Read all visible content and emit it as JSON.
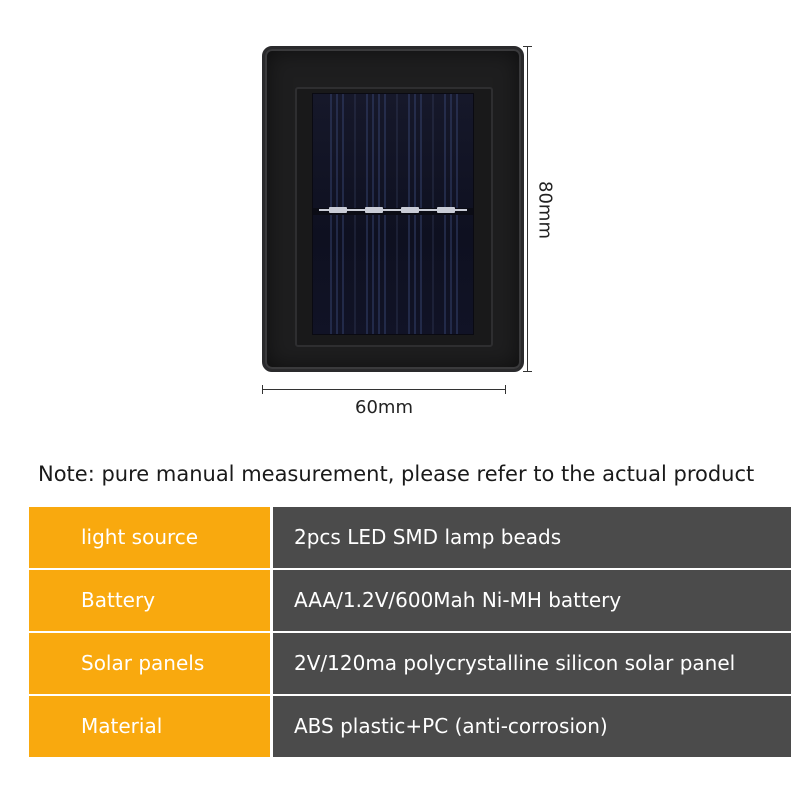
{
  "dimensions": {
    "height_label": "80mm",
    "width_label": "60mm"
  },
  "note": "Note: pure manual measurement, please refer to the actual product",
  "specs": [
    {
      "key": "light source",
      "value": "2pcs LED SMD lamp beads"
    },
    {
      "key": "Battery",
      "value": "AAA/1.2V/600Mah Ni-MH battery"
    },
    {
      "key": "Solar panels",
      "value": "2V/120ma polycrystalline silicon solar panel"
    },
    {
      "key": "Material",
      "value": "ABS plastic+PC (anti-corrosion)"
    }
  ],
  "colors": {
    "key_background": "#f9a90e",
    "value_background": "#4b4b4b",
    "product_body": "#1e1e1f"
  }
}
